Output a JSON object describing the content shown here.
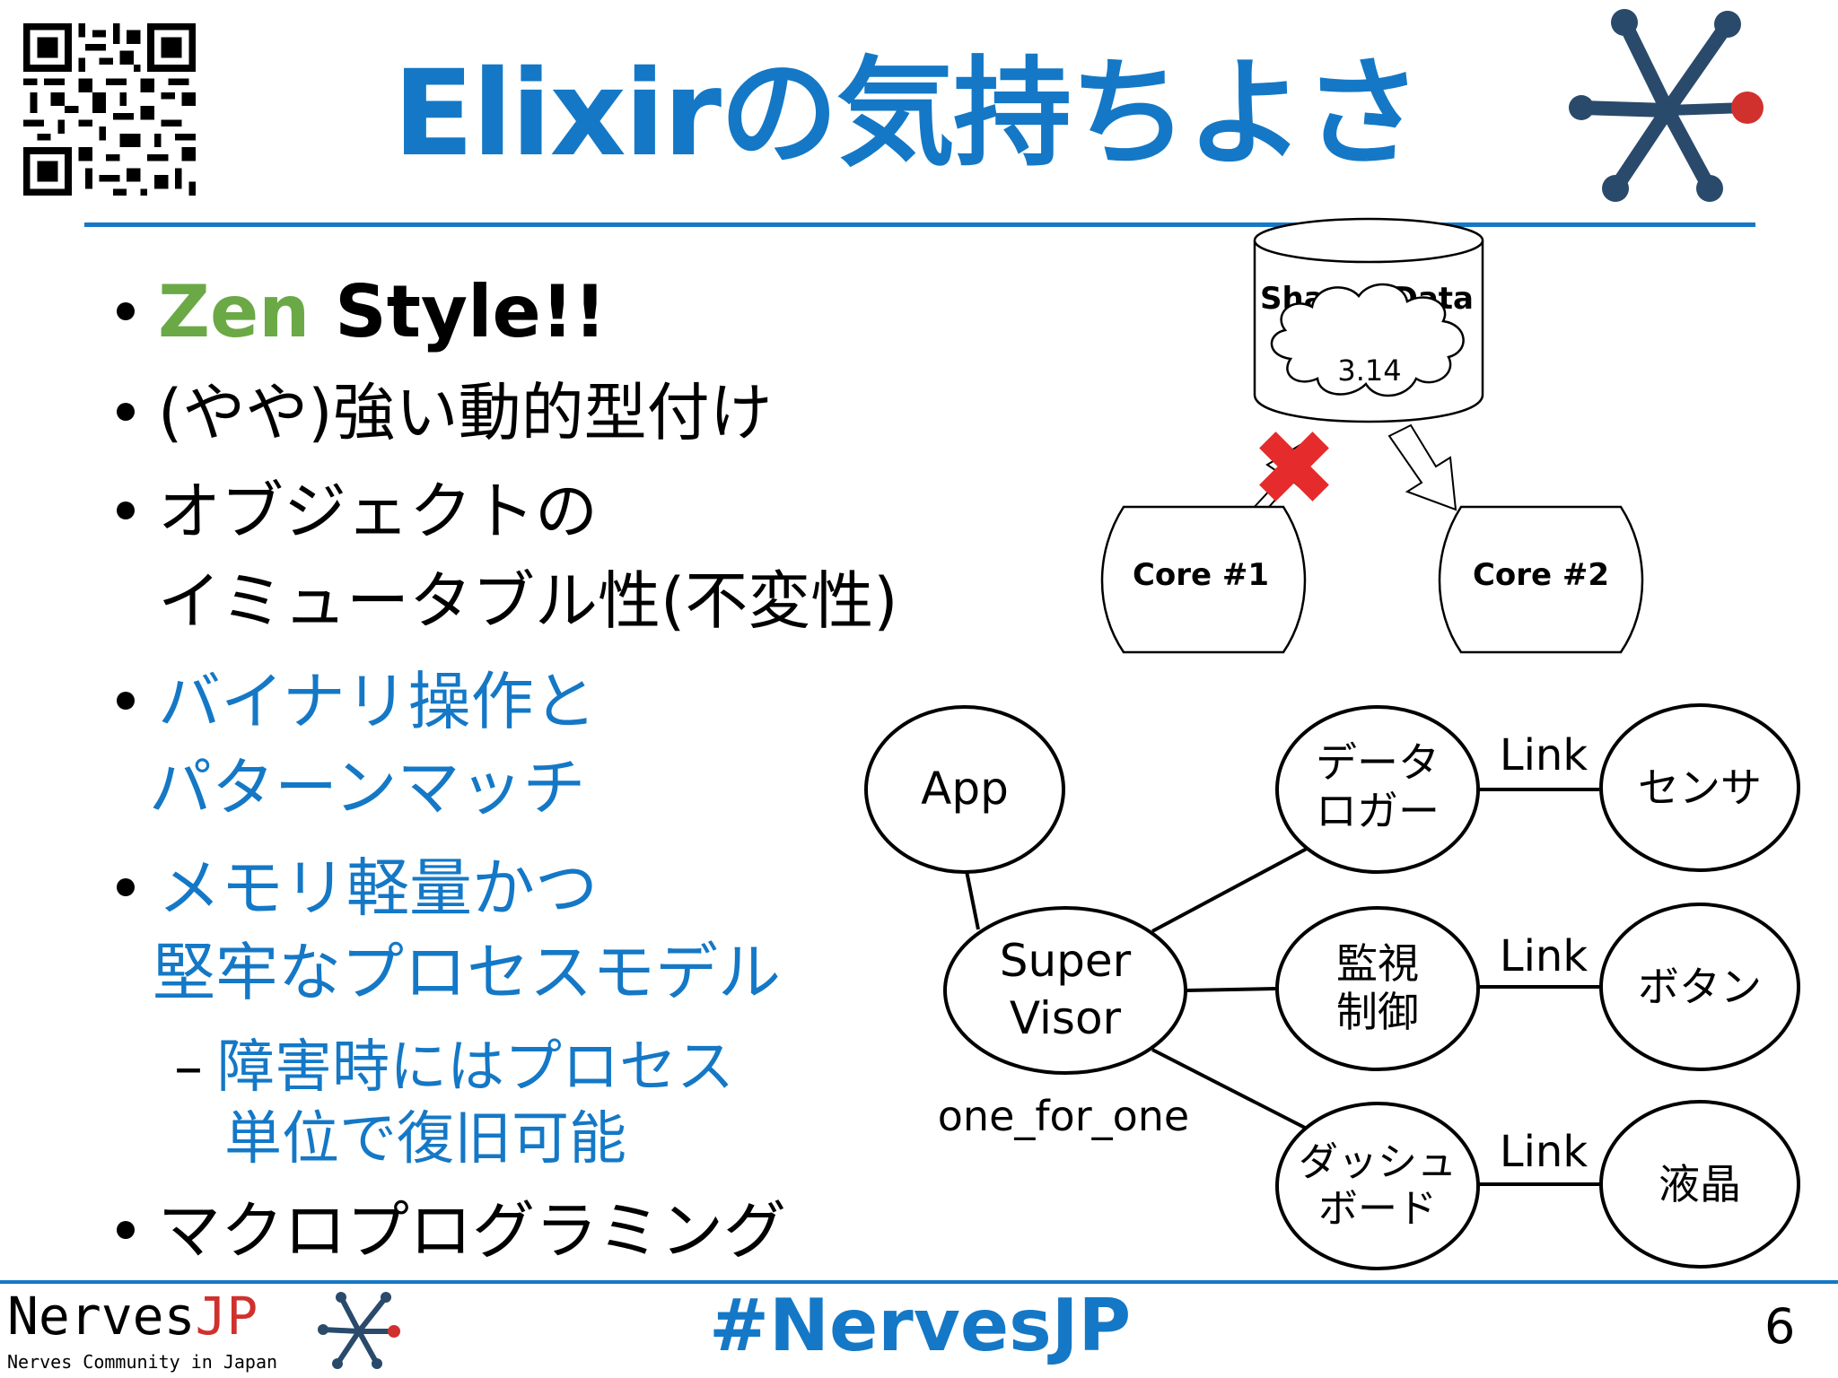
{
  "slide": {
    "title": "Elixirの気持ちよさ",
    "page_number": "6"
  },
  "bullets": {
    "b1_part1": "Zen",
    "b1_part2": " Style!!",
    "b2": "(やや)強い動的型付け",
    "b3_line1": "オブジェクトの",
    "b3_line2": "イミュータブル性(不変性)",
    "b4_line1": "バイナリ操作と",
    "b4_line2": "パターンマッチ",
    "b5_line1": "メモリ軽量かつ",
    "b5_line2": "堅牢なプロセスモデル",
    "sub_dash": "–",
    "sub_line1": "障害時にはプロセス",
    "sub_line2": "単位で復旧可能",
    "b6": "マクロプログラミング"
  },
  "shared_diagram": {
    "db_label": "Shared Data",
    "value": "3.14",
    "core1": "Core #1",
    "core2": "Core #2"
  },
  "supervisor_tree": {
    "app": "App",
    "supervisor_line1": "Super",
    "supervisor_line2": "Visor",
    "strategy": "one_for_one",
    "node1_line1": "データ",
    "node1_line2": "ロガー",
    "node2_line1": "監視",
    "node2_line2": "制御",
    "node3_line1": "ダッシュ",
    "node3_line2": "ボード",
    "link1": "Link",
    "link2": "Link",
    "link3": "Link",
    "leaf1": "センサ",
    "leaf2": "ボタン",
    "leaf3": "液晶"
  },
  "footer": {
    "brand_nerves": "Nerves",
    "brand_jp": "JP",
    "brand_sub": "Nerves Community in Japan",
    "hashtag": "#NervesJP"
  },
  "colors": {
    "accent_blue": "#1478c6",
    "zen_green": "#6aa946",
    "logo_navy": "#2a4a6b",
    "logo_red": "#d0312d",
    "cross_red": "#e52b2b"
  },
  "icons": {
    "qr": "qr-code-icon",
    "logo": "nerves-logo-icon",
    "cross": "red-cross-icon"
  }
}
